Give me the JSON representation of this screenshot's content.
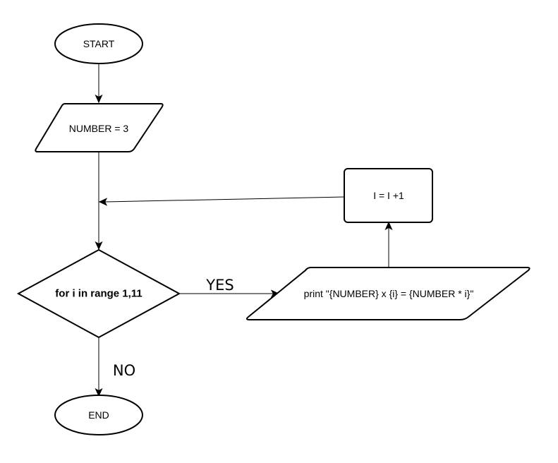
{
  "nodes": {
    "start": "START",
    "assign": "NUMBER = 3",
    "loop": "for i in range 1,11",
    "print": "print \"{NUMBER} x {i} = {NUMBER * i}\"",
    "increment": "I = I +1",
    "end": "END"
  },
  "edges": {
    "yes_label": "YES",
    "no_label": "NO"
  }
}
